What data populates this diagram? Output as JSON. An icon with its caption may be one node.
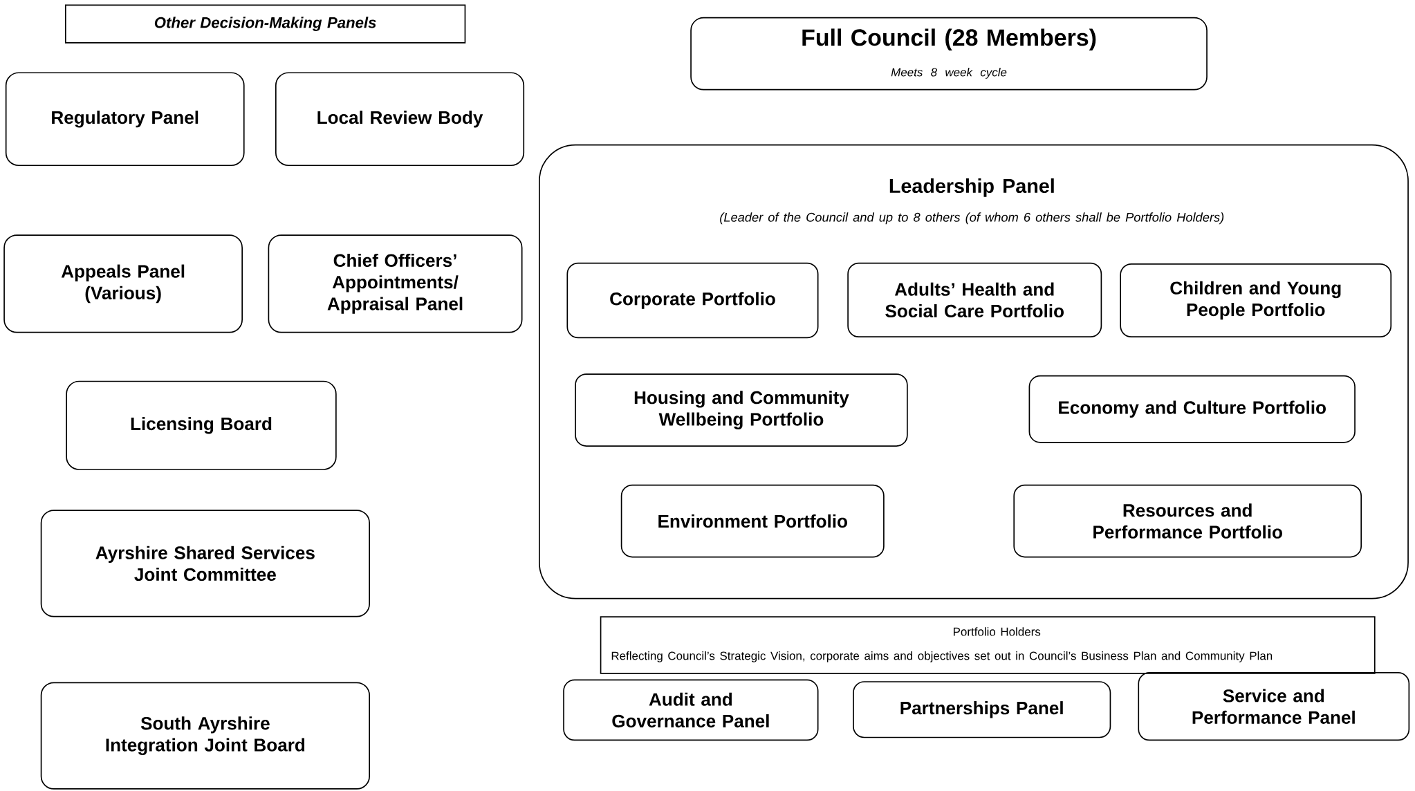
{
  "diagram": {
    "nodes": [
      {
        "text": [
          "Other Decision-Making Panels"
        ]
      },
      {
        "text": [
          "Regulatory Panel"
        ]
      },
      {
        "text": [
          "Local Review Body"
        ]
      },
      {
        "text": [
          "Appeals Panel (Various)"
        ]
      },
      {
        "text": [
          "Chief Officers’ Appointments/ Appraisal Panel"
        ]
      },
      {
        "text": [
          "Licensing Board"
        ]
      },
      {
        "text": [
          "Ayrshire Shared Services Joint Committee"
        ]
      },
      {
        "text": [
          "South Ayrshire Integration Joint Board"
        ]
      },
      {
        "text": [
          "Full Council (28 Members)",
          "Meets 8 week cycle"
        ]
      },
      {
        "text": [
          "Leadership Panel",
          "(Leader of the Council and up to 8 others (of whom 6 others shall be Portfolio Holders)"
        ]
      },
      {
        "text": [
          "Corporate Portfolio"
        ],
        "in": 9
      },
      {
        "text": [
          "Adults’ Health and Social Care Portfolio"
        ],
        "in": 9
      },
      {
        "text": [
          "Children and Young People Portfolio"
        ],
        "in": 9
      },
      {
        "text": [
          "Housing and Community Wellbeing Portfolio"
        ],
        "in": 9
      },
      {
        "text": [
          "Economy and Culture Portfolio"
        ],
        "in": 9
      },
      {
        "text": [
          "Environment Portfolio"
        ],
        "in": 9
      },
      {
        "text": [
          "Resources and Performance Portfolio"
        ],
        "in": 9
      },
      {
        "text": [
          "Portfolio Holders",
          "Reflecting Council’s Strategic Vision, corporate aims and objectives set out in Council’s Business Plan and Community Plan"
        ]
      },
      {
        "text": [
          "Audit and Governance Panel"
        ]
      },
      {
        "text": [
          "Partnerships Panel"
        ]
      },
      {
        "text": [
          "Service and Performance Panel"
        ]
      }
    ]
  }
}
